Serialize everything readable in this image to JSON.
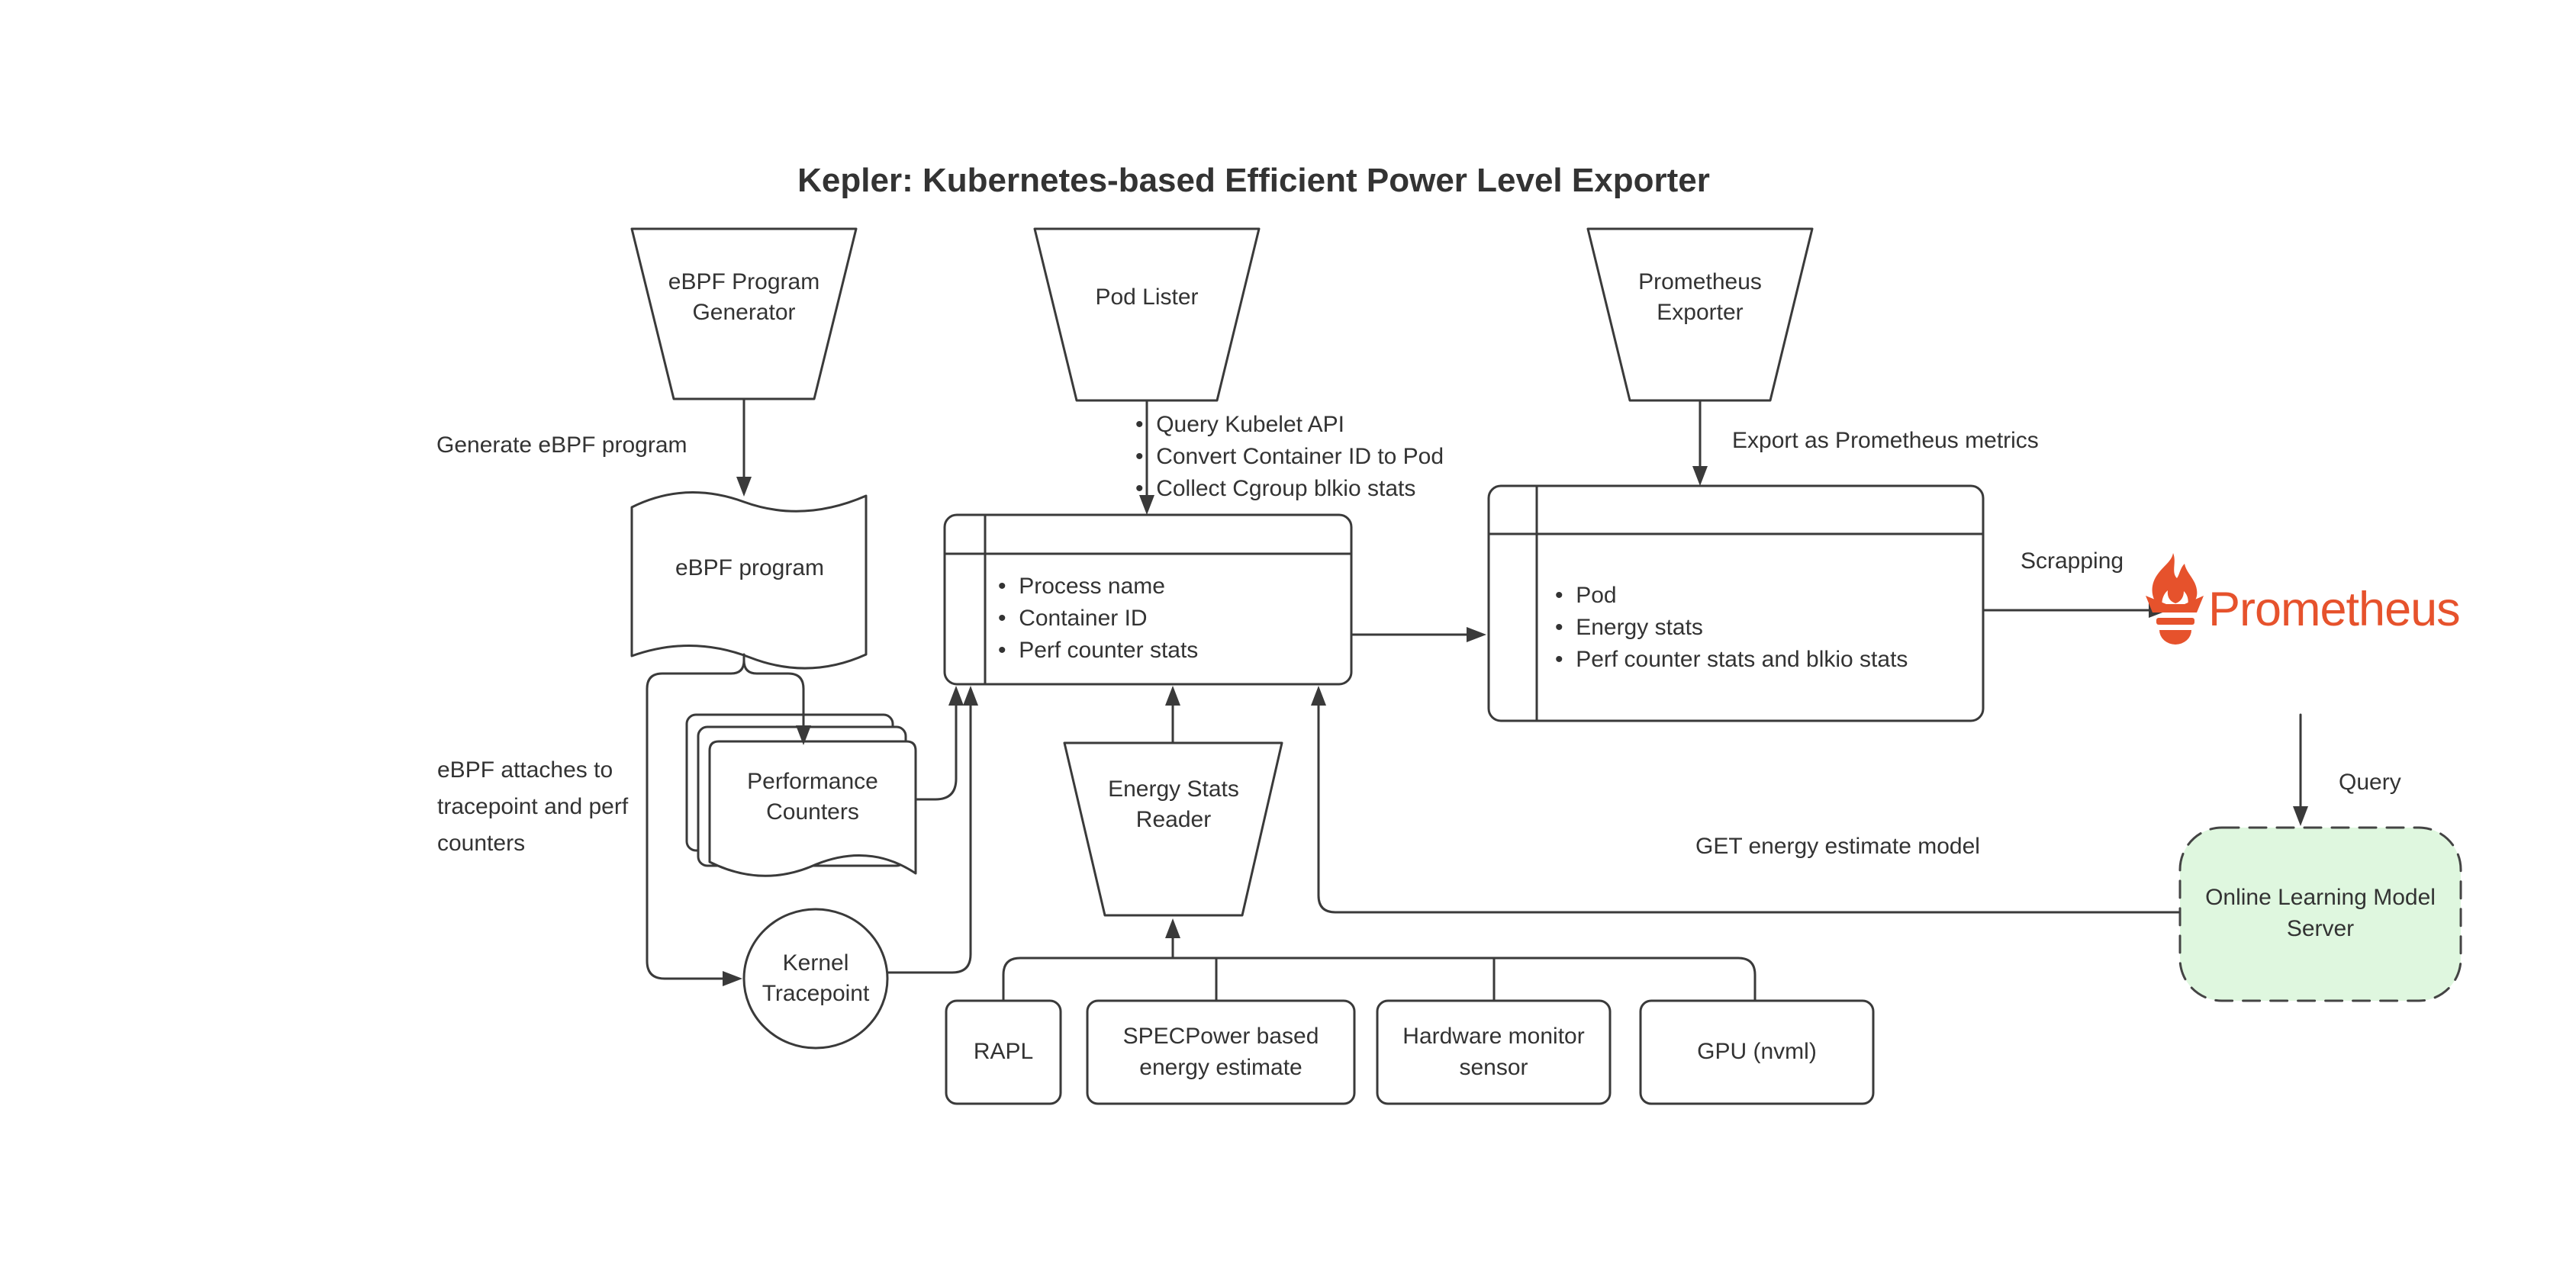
{
  "title": "Kepler: Kubernetes-based Efficient Power Level Exporter",
  "colors": {
    "line": "#3a3a3a",
    "text": "#333333",
    "prometheus_orange": "#E6522C",
    "model_server_fill": "#DFF7DF"
  },
  "nodes": {
    "ebpf_program_generator": {
      "label": "eBPF Program Generator"
    },
    "pod_lister": {
      "label": "Pod Lister"
    },
    "prometheus_exporter": {
      "label": "Prometheus Exporter"
    },
    "ebpf_program": {
      "label": "eBPF program"
    },
    "performance_counters": {
      "label": "Performance Counters"
    },
    "kernel_tracepoint": {
      "label": "Kernel Tracepoint"
    },
    "process_stats_store": {
      "bullets": [
        "Process name",
        "Container ID",
        "Perf counter stats"
      ]
    },
    "pod_stats_store": {
      "bullets": [
        "Pod",
        "Energy stats",
        "Perf counter stats and blkio stats"
      ]
    },
    "energy_stats_reader": {
      "label": "Energy Stats Reader"
    },
    "rapl": {
      "label": "RAPL"
    },
    "specpower": {
      "label": "SPECPower based energy estimate"
    },
    "hardware_monitor_sensor": {
      "label": "Hardware monitor sensor"
    },
    "gpu_nvml": {
      "label": "GPU (nvml)"
    },
    "online_learning_model_server": {
      "label": "Online Learning Model Server"
    },
    "prometheus": {
      "label": "Prometheus"
    }
  },
  "edge_labels": {
    "generate_ebpf_program": "Generate eBPF program",
    "pod_lister_bullets": [
      "Query Kubelet API",
      "Convert Container ID to Pod",
      "Collect Cgroup blkio stats"
    ],
    "export_prometheus_metrics": "Export as Prometheus metrics",
    "ebpf_attaches": "eBPF attaches to tracepoint and perf counters",
    "scrapping": "Scrapping",
    "query": "Query",
    "get_energy_model": "GET energy estimate model"
  }
}
